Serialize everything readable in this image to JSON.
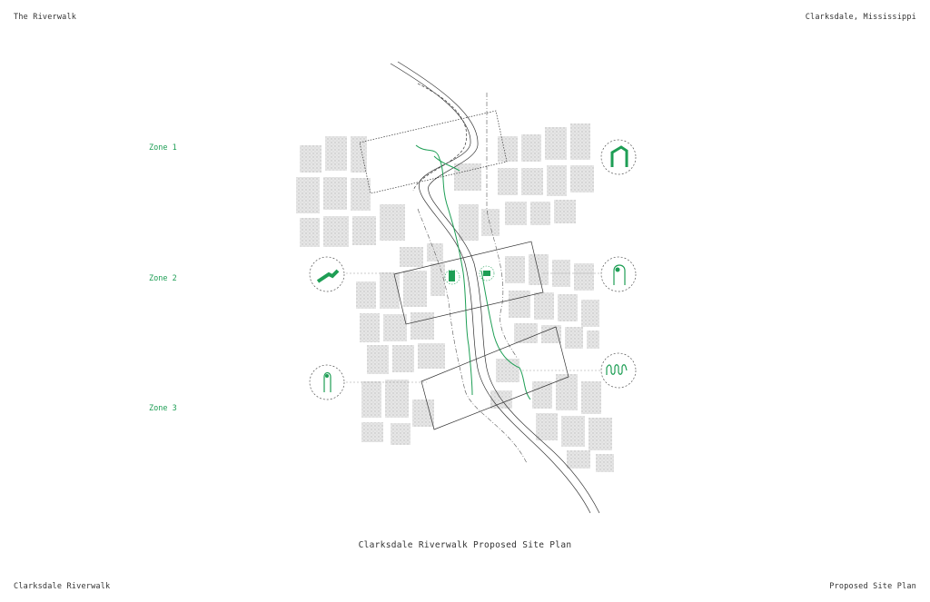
{
  "header": {
    "left": "The Riverwalk",
    "right": "Clarksdale, Mississippi"
  },
  "footer": {
    "left": "Clarksdale Riverwalk",
    "right": "Proposed Site Plan"
  },
  "zones": [
    {
      "label": "Zone 1"
    },
    {
      "label": "Zone 2"
    },
    {
      "label": "Zone 3"
    }
  ],
  "caption": "Clarksdale Riverwalk Proposed Site Plan",
  "colors": {
    "accent": "#1e9e55",
    "line": "#333333",
    "blocks": "#d8d8d8"
  },
  "icons": [
    {
      "name": "archway-icon"
    },
    {
      "name": "boardwalk-icon"
    },
    {
      "name": "lamp-post-icon"
    },
    {
      "name": "lamp-post-small-icon"
    },
    {
      "name": "wave-path-icon"
    }
  ]
}
